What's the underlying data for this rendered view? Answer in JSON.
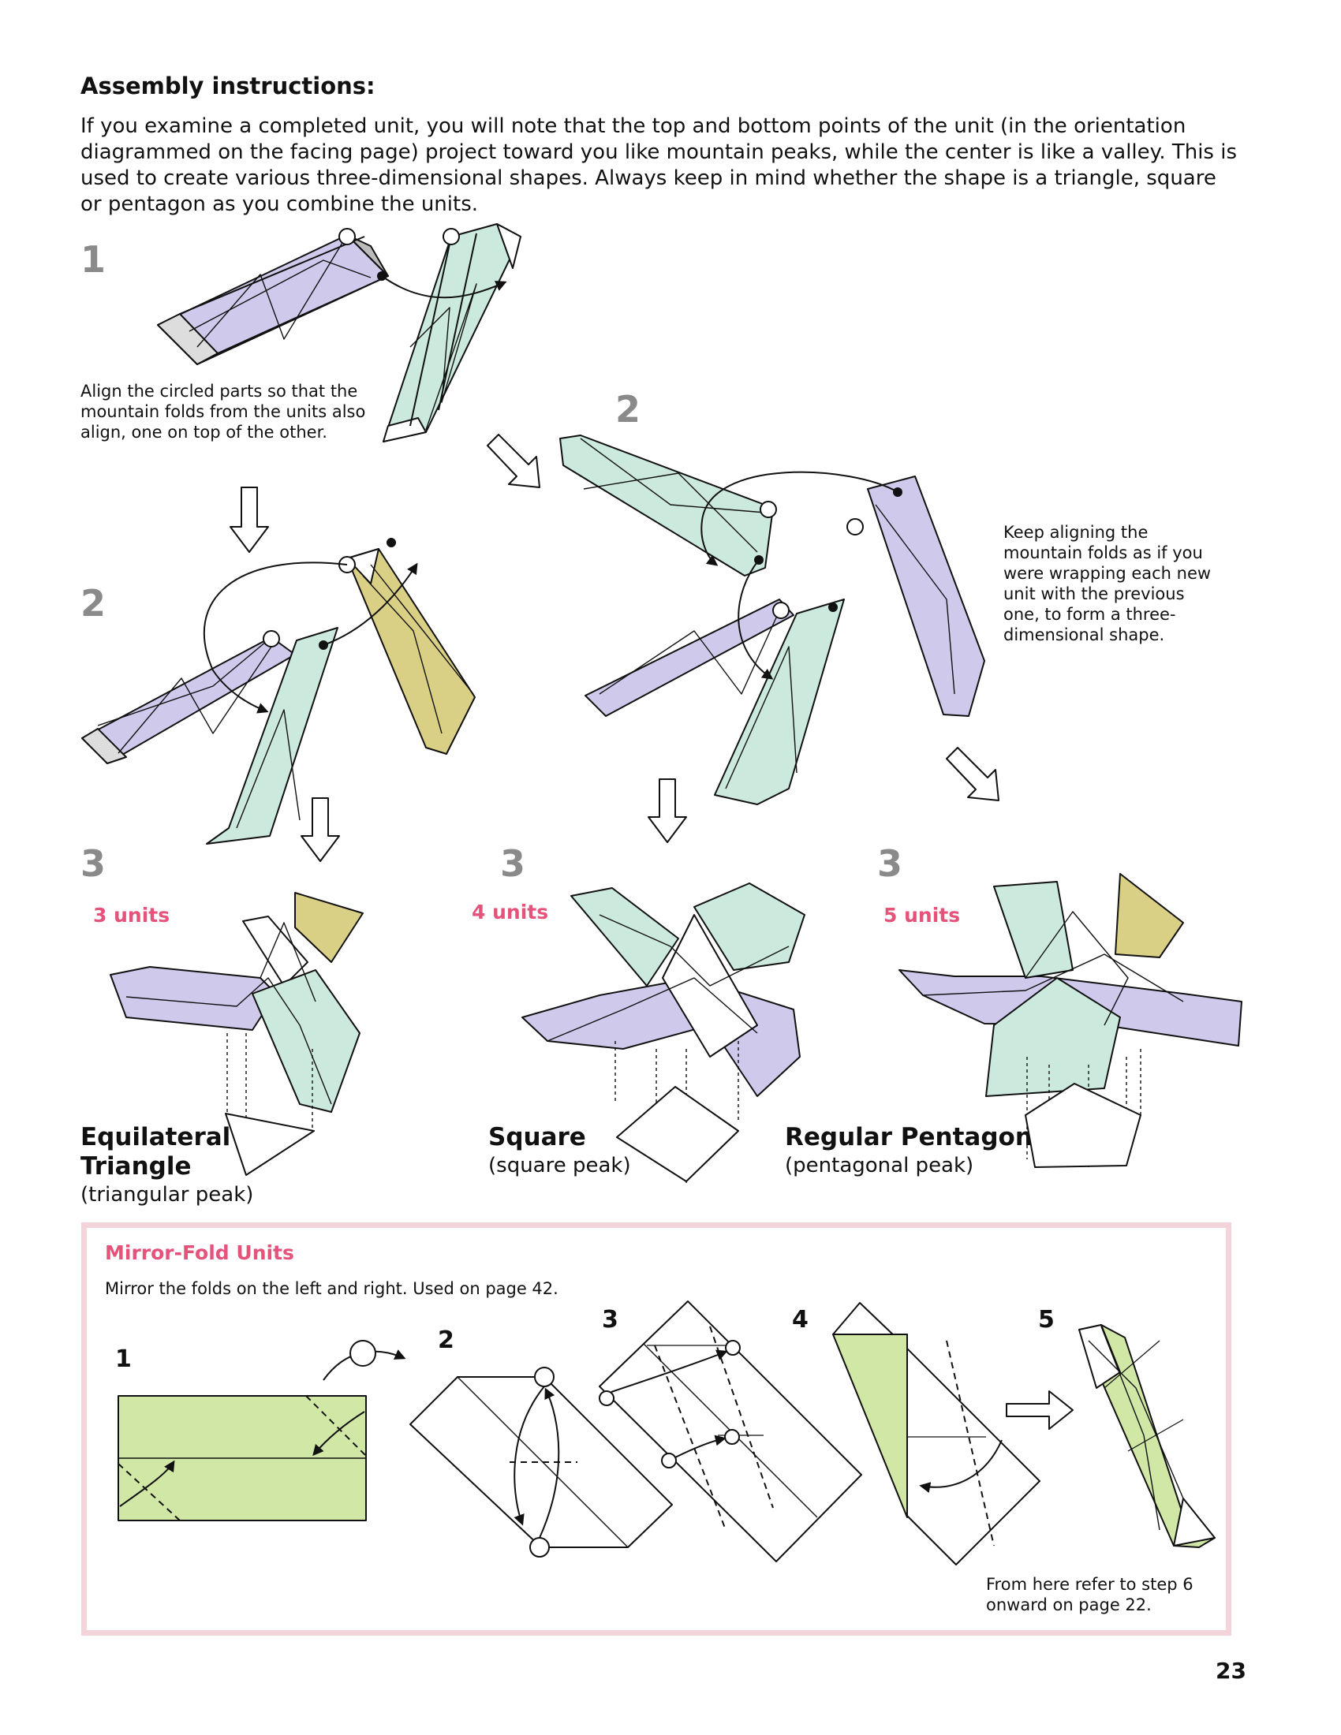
{
  "heading": "Assembly instructions:",
  "intro": "If you examine a completed unit, you will note that the top and bottom points of the unit (in the orientation diagrammed on the facing page) project toward you like mountain peaks, while the center is like a valley. This is used to create various three-dimensional shapes. Always keep in mind whether the shape is a triangle, square or pentagon as you combine the units.",
  "steps": {
    "step1_label": "1",
    "step1_note": "Align the circled parts so that the mountain folds from the units also align, one on top of the other.",
    "step2_left_label": "2",
    "step2_right_label": "2",
    "step2_note": "Keep aligning the mountain folds as if you were wrapping each new unit with the previous one, to form a three-dimensional shape.",
    "step3_label": "3"
  },
  "shapes": [
    {
      "units": "3 units",
      "name": "Equilateral Triangle",
      "sub": "(triangular peak)"
    },
    {
      "units": "4 units",
      "name": "Square",
      "sub": "(square peak)"
    },
    {
      "units": "5 units",
      "name": "Regular Pentagon",
      "sub": "(pentagonal peak)"
    }
  ],
  "mirror": {
    "title": "Mirror-Fold Units",
    "desc": "Mirror the folds on the left and right. Used on page 42.",
    "steps": [
      "1",
      "2",
      "3",
      "4",
      "5"
    ],
    "footer_note": "From here refer to step 6 onward on page 22."
  },
  "page_number": "23",
  "colors": {
    "lavender": "#cfc9ec",
    "mint": "#cbe9dc",
    "mustard": "#d9cf85",
    "light_green": "#d1e7a6",
    "pink": "#e5527a",
    "step_gray": "#8a8a8a"
  }
}
